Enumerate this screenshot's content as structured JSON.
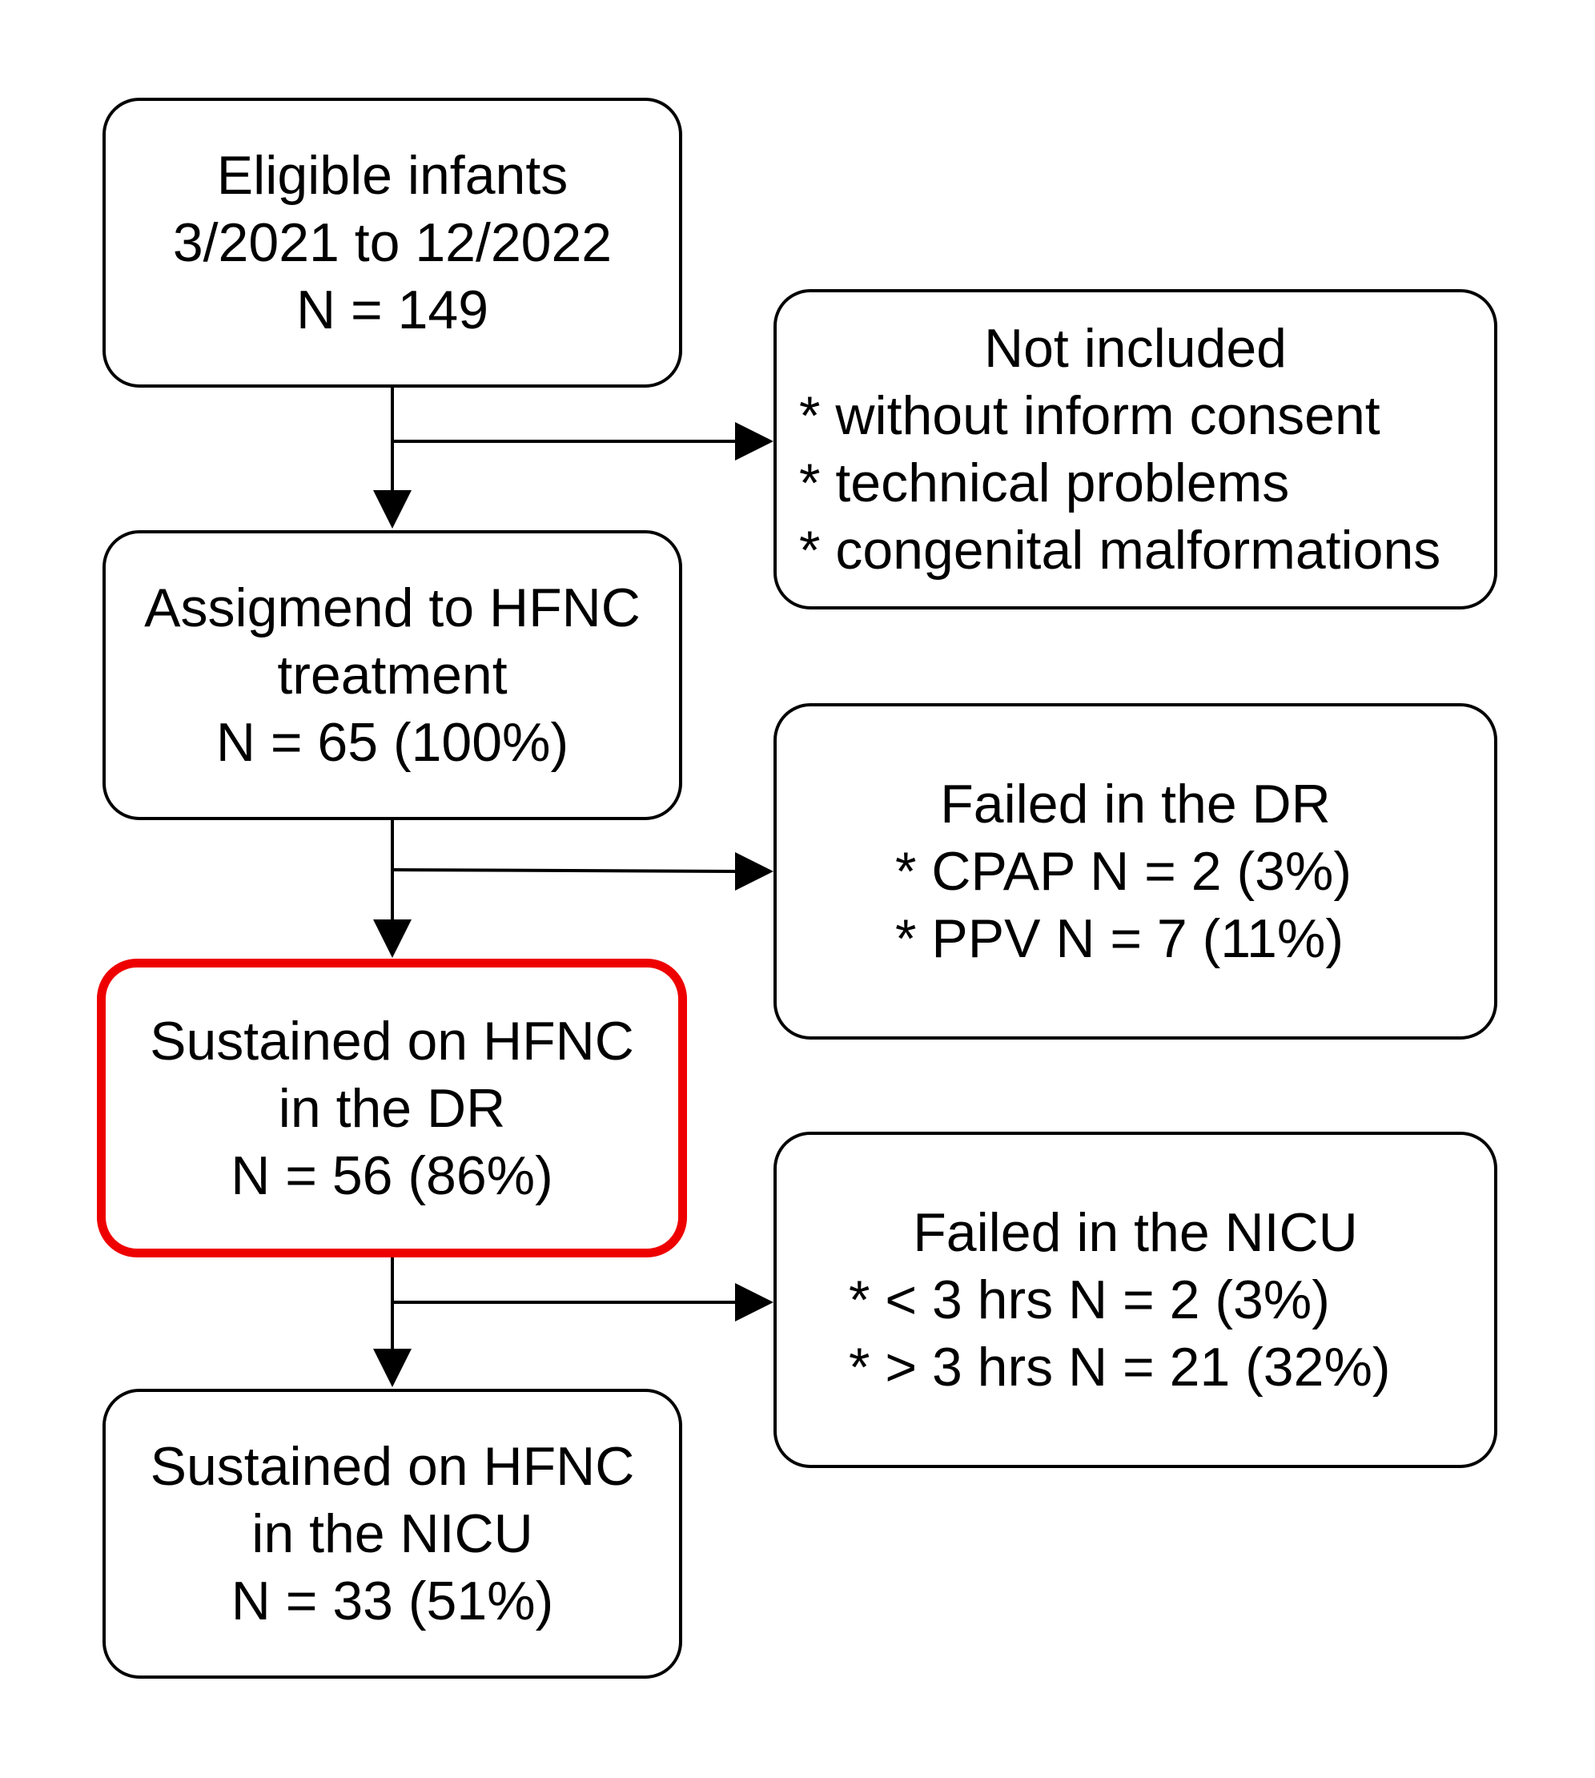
{
  "boxes": {
    "eligible": {
      "lines": [
        "Eligible infants",
        "3/2021 to 12/2022",
        "N = 149"
      ]
    },
    "assigned": {
      "lines": [
        "Assigmend to HFNC",
        "treatment",
        "N = 65 (100%)"
      ]
    },
    "sustained_dr": {
      "lines": [
        "Sustained on HFNC",
        "in the DR",
        "N = 56 (86%)"
      ],
      "border_color": "#ee0000"
    },
    "sustained_nicu": {
      "lines": [
        "Sustained on HFNC",
        "in the NICU",
        "N = 33 (51%)"
      ]
    },
    "not_included": {
      "title": "Not included",
      "items": [
        "* without inform consent",
        "* technical problems",
        "* congenital malformations"
      ]
    },
    "failed_dr": {
      "title": "Failed in the DR",
      "items": [
        "* CPAP N = 2 (3%)",
        "* PPV N = 7 (11%)"
      ]
    },
    "failed_nicu": {
      "title": "Failed in the NICU",
      "items": [
        "* < 3 hrs N = 2 (3%)",
        "* > 3 hrs N = 21 (32%)"
      ]
    }
  }
}
